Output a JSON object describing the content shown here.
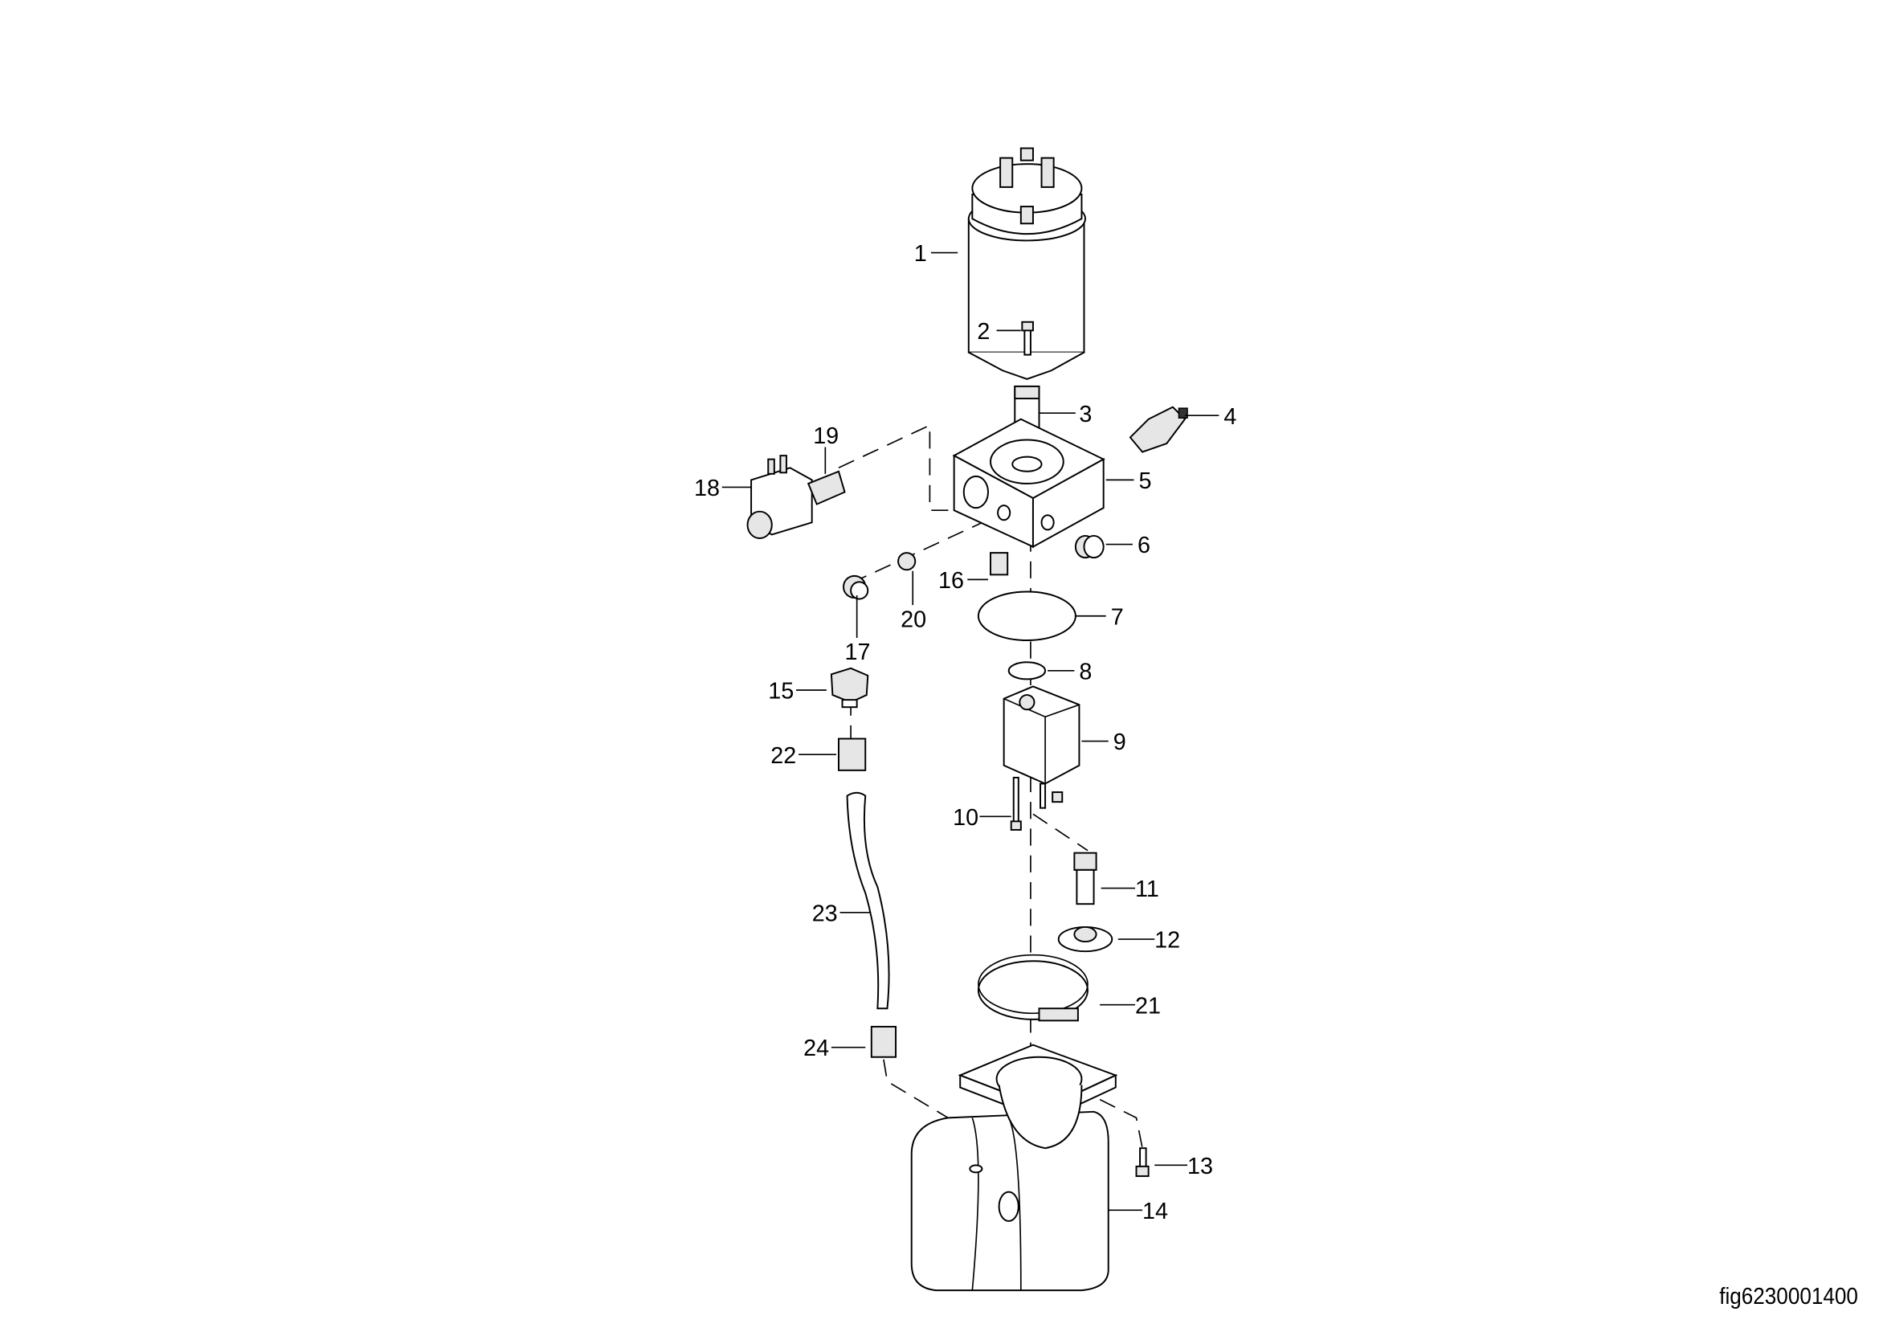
{
  "figure_id": "fig6230001400",
  "callouts": [
    "1",
    "2",
    "3",
    "4",
    "5",
    "6",
    "7",
    "8",
    "9",
    "10",
    "11",
    "12",
    "13",
    "14",
    "15",
    "16",
    "17",
    "18",
    "19",
    "20",
    "21",
    "22",
    "23",
    "24"
  ]
}
